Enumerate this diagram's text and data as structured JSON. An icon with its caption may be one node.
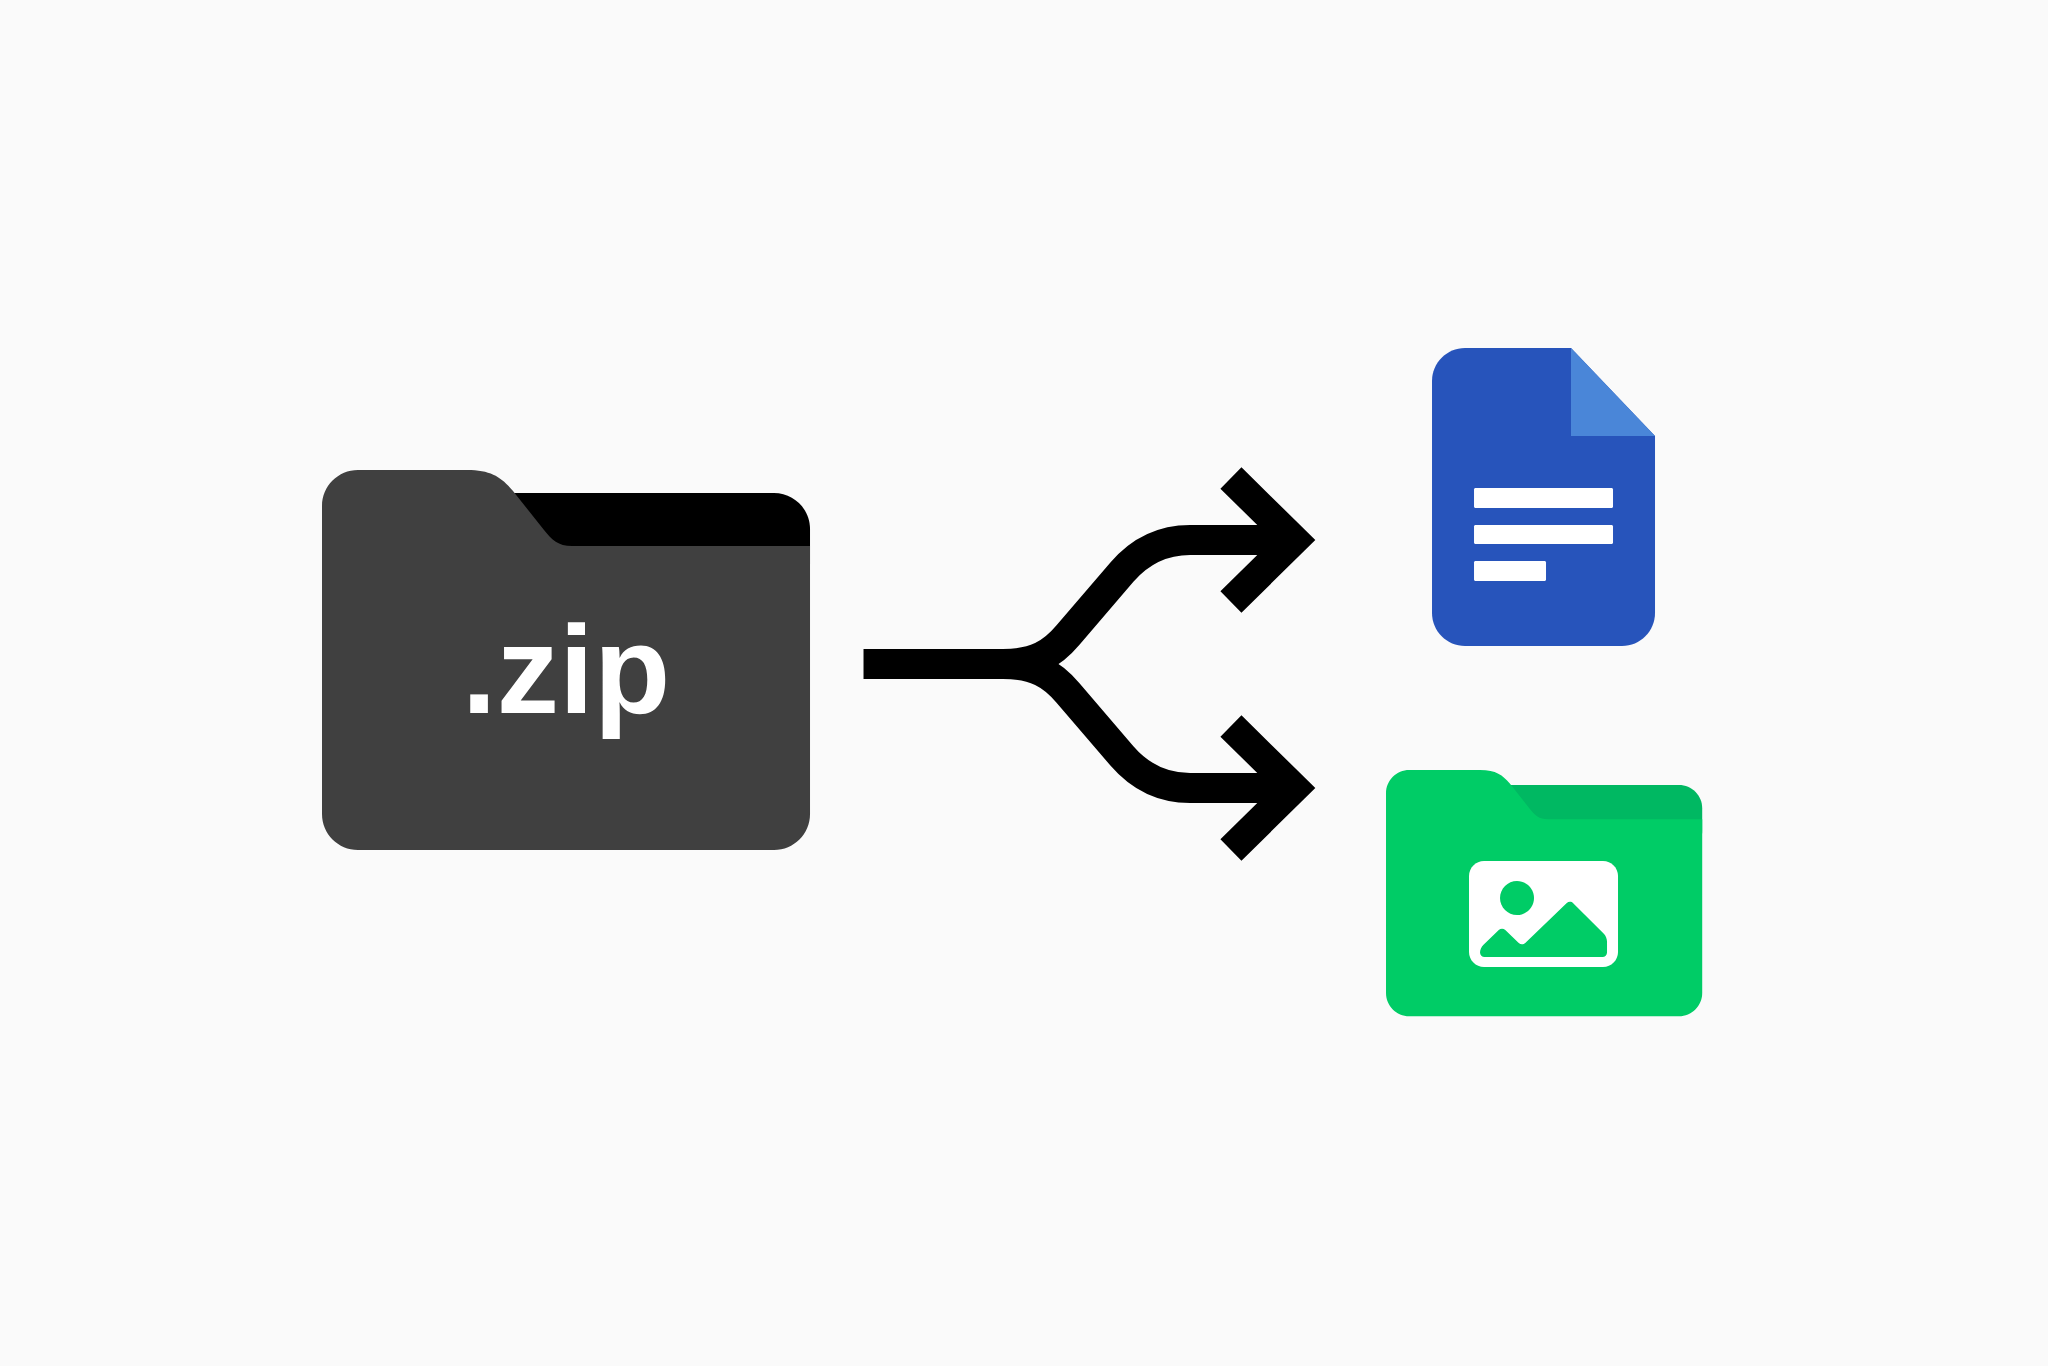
{
  "diagram": {
    "nodes": [
      {
        "text": [
          ".zip"
        ]
      },
      {
        "text": [],
        "shape": "document"
      },
      {
        "text": [],
        "shape": "folder"
      }
    ],
    "edges": [
      {
        "from": 0,
        "to": 1,
        "arrow": "to"
      },
      {
        "from": 0,
        "to": 2,
        "arrow": "to"
      }
    ]
  }
}
